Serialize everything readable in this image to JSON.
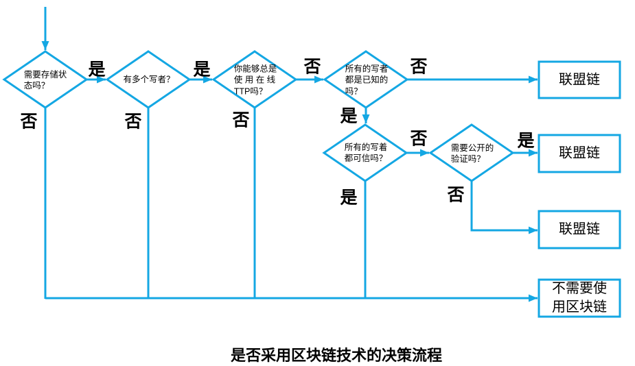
{
  "colors": {
    "line": "#14a7e3",
    "text": "#000000",
    "background": "#ffffff"
  },
  "flowchart": {
    "caption": "是否采用区块链技术的决策流程",
    "nodes": {
      "d1": {
        "type": "decision",
        "label": "需要存储状\n态吗？"
      },
      "d2": {
        "type": "decision",
        "label": "有多个写者？"
      },
      "d3": {
        "type": "decision",
        "label": "你能够总是\n使 用 在 线\nTTP吗？"
      },
      "d4": {
        "type": "decision",
        "label": "所有的写者\n都是已知的\n吗？"
      },
      "d5": {
        "type": "decision",
        "label": "所有的写着\n都可信吗？"
      },
      "d6": {
        "type": "decision",
        "label": "需要公开的\n验证吗？"
      },
      "b1": {
        "type": "result",
        "label": "联盟链"
      },
      "b2": {
        "type": "result",
        "label": "联盟链"
      },
      "b3": {
        "type": "result",
        "label": "联盟链"
      },
      "b4": {
        "type": "result",
        "label": "不需要使\n用区块链"
      }
    },
    "edges": [
      {
        "from": "start",
        "to": "d1",
        "label": ""
      },
      {
        "from": "d1",
        "to": "d2",
        "label": "是"
      },
      {
        "from": "d2",
        "to": "d3",
        "label": "是"
      },
      {
        "from": "d3",
        "to": "d4",
        "label": "否"
      },
      {
        "from": "d4",
        "to": "b1",
        "label": "否"
      },
      {
        "from": "d4",
        "to": "d5",
        "label": "是"
      },
      {
        "from": "d5",
        "to": "d6",
        "label": "否"
      },
      {
        "from": "d6",
        "to": "b2",
        "label": "是"
      },
      {
        "from": "d6",
        "to": "b3",
        "label": "否"
      },
      {
        "from": "d1",
        "to": "b4",
        "label": "否"
      },
      {
        "from": "d2",
        "to": "b4",
        "label": "否"
      },
      {
        "from": "d3",
        "to": "b4",
        "label": "否"
      },
      {
        "from": "d5",
        "to": "b4",
        "label": "是"
      }
    ]
  }
}
